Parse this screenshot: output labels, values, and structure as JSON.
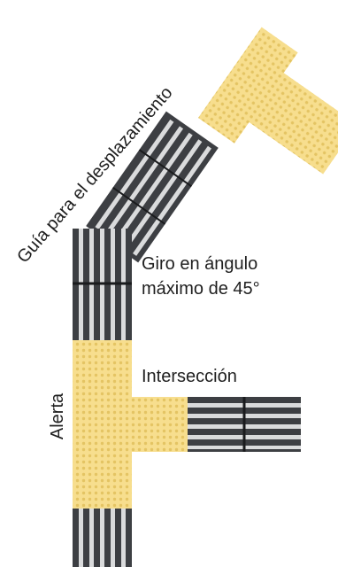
{
  "diagram": {
    "labels": {
      "guide": "Guía para el desplazamiento",
      "turn_line1": "Giro en ángulo",
      "turn_line2": "máximo de 45°",
      "intersection": "Intersección",
      "alert": "Alerta"
    }
  },
  "colors": {
    "alert_tile": "#f7de8e",
    "alert_dot": "#e4c463",
    "guide_tile": "#3d3f43",
    "guide_bar": "#dadbdc",
    "label_text": "#1f1f1f",
    "background": "#ffffff"
  }
}
